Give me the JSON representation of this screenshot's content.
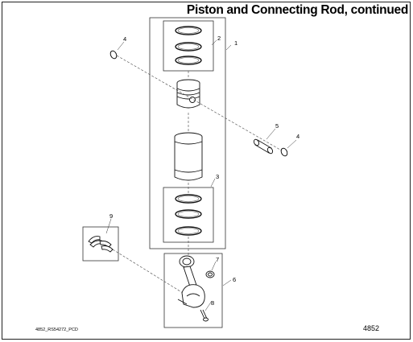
{
  "title": "Piston and Connecting Rod, continued",
  "callouts": {
    "c1": "1",
    "c2": "2",
    "c3": "3",
    "c4a": "4",
    "c4b": "4",
    "c5": "5",
    "c6": "6",
    "c7": "7",
    "c8": "8",
    "c9": "9"
  },
  "footer": {
    "drawing_code": "4852_RS54272_PCD",
    "figure_number": "4852"
  }
}
